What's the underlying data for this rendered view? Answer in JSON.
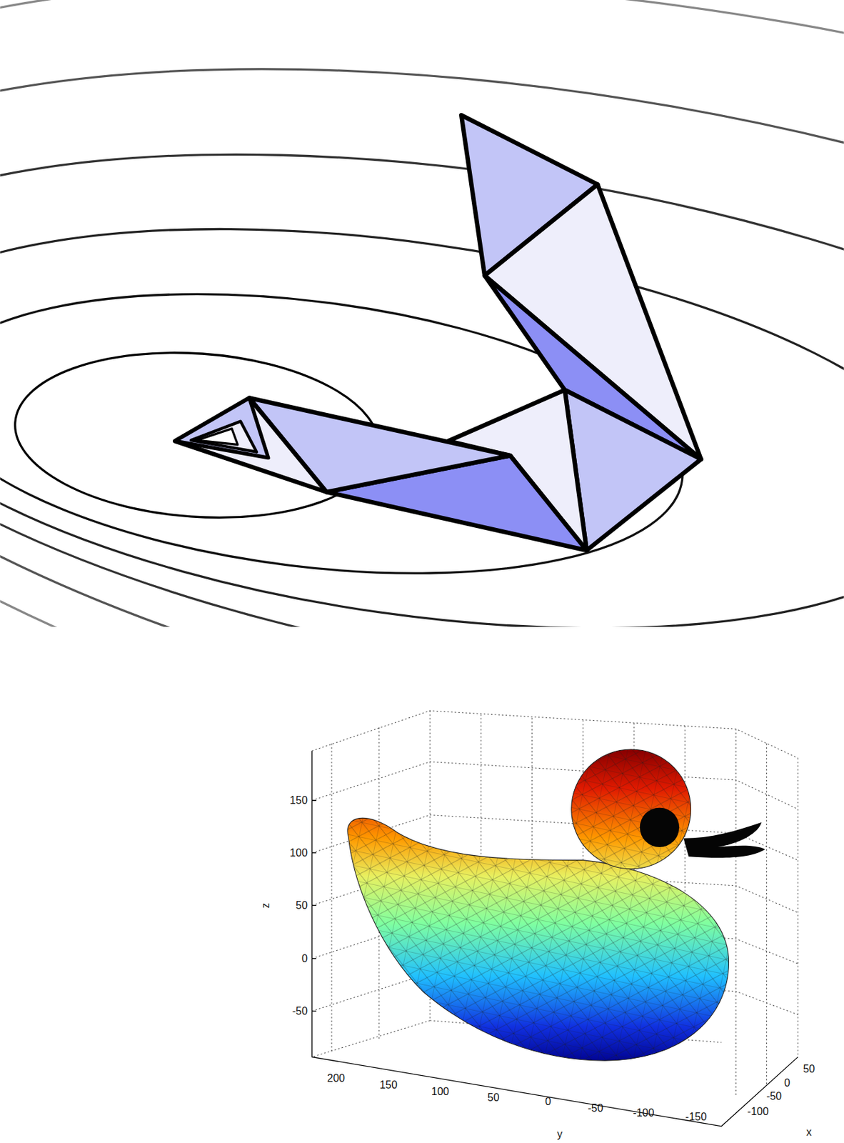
{
  "diagram": {
    "labels": [
      "150",
      "100",
      "50",
      "0",
      "-50",
      "z",
      "200",
      "150",
      "100",
      "50",
      "0",
      "-50",
      "-100",
      "-150",
      "y",
      "50",
      "0",
      "-50",
      "-100",
      "x"
    ]
  }
}
